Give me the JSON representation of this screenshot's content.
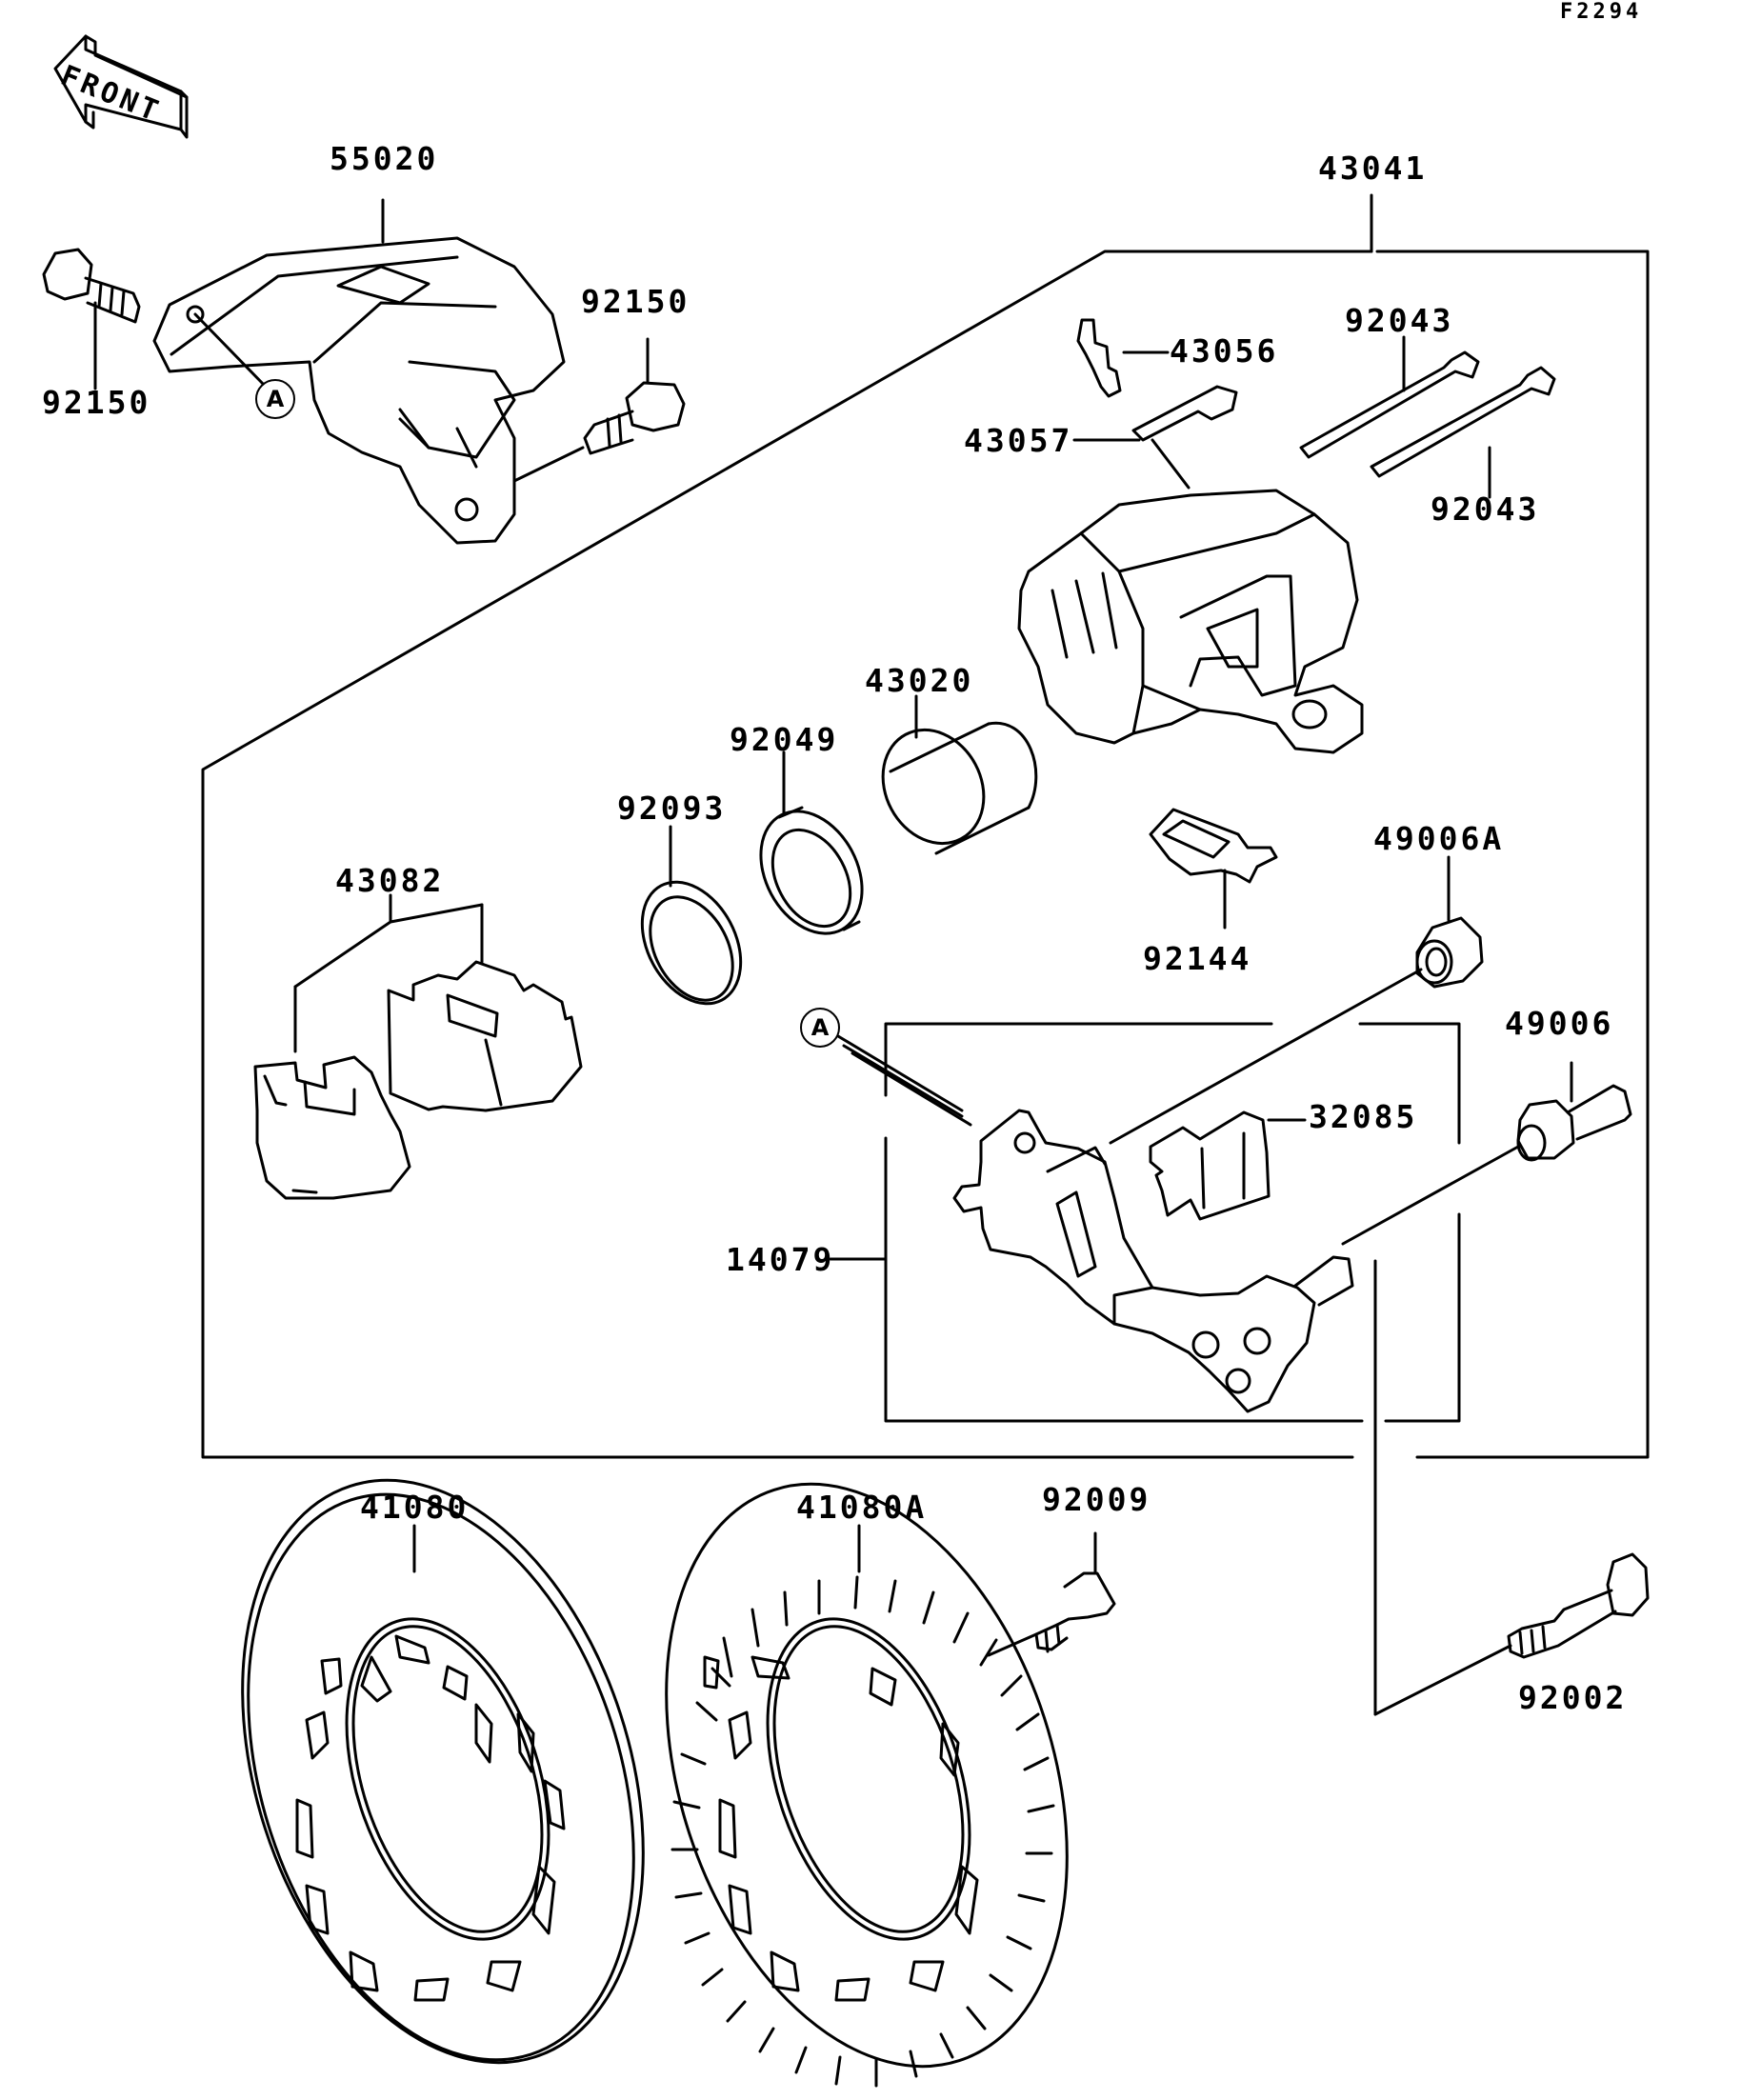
{
  "diagram_code": "F2294",
  "front_label": "FRONT",
  "ref_mark": "A",
  "parts": {
    "p55020": "55020",
    "p92150_a": "92150",
    "p92150_b": "92150",
    "p43041": "43041",
    "p43056": "43056",
    "p43057": "43057",
    "p92043_a": "92043",
    "p92043_b": "92043",
    "p43020": "43020",
    "p92049": "92049",
    "p92093": "92093",
    "p43082": "43082",
    "p92144": "92144",
    "p49006A": "49006A",
    "p49006": "49006",
    "p32085": "32085",
    "p14079": "14079",
    "p41080": "41080",
    "p41080A": "41080A",
    "p92009": "92009",
    "p92002": "92002"
  }
}
